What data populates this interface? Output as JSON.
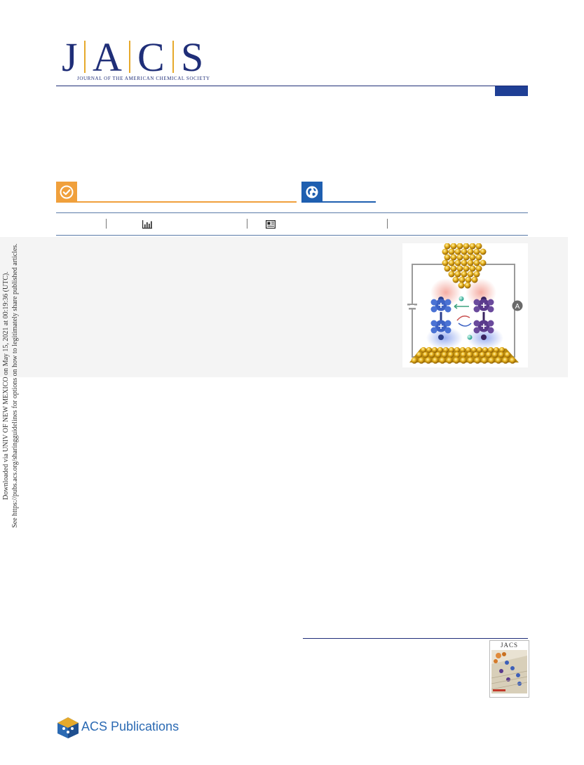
{
  "journal": {
    "logo_letters": [
      "J",
      "A",
      "C",
      "S"
    ],
    "name": "JOURNAL OF THE AMERICAN CHEMICAL SOCIETY"
  },
  "badges": {
    "orange_icon": "check-circle-icon",
    "blue_icon": "globe-icon"
  },
  "metrics": {
    "metrics_icon": "bar-chart-icon",
    "recommend_icon": "article-recommendations-icon"
  },
  "side_stamp": {
    "line1": "Downloaded via UNIV OF NEW MEXICO on May 15, 2021 at 00:19:36 (UTC).",
    "line2": "See https://pubs.acs.org/sharingguidelines for options on how to legitimately share published articles."
  },
  "toc_graphic": {
    "ammeter_label": "A"
  },
  "cover": {
    "title": "JACS"
  },
  "publisher": {
    "name": "ACS Publications"
  },
  "colors": {
    "navy": "#1f2e78",
    "gold": "#e6a92b",
    "orange": "#f0a03c",
    "blue": "#1f5fb0"
  }
}
